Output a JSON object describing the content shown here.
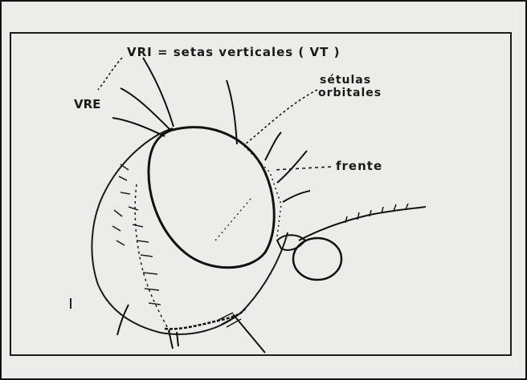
{
  "diagram": {
    "labels": {
      "vri": "VRI = setas  verticales ( VT )",
      "vre": "VRE",
      "setulas_line1": "sétulas",
      "setulas_line2": "orbitales",
      "frente": "frente"
    }
  }
}
